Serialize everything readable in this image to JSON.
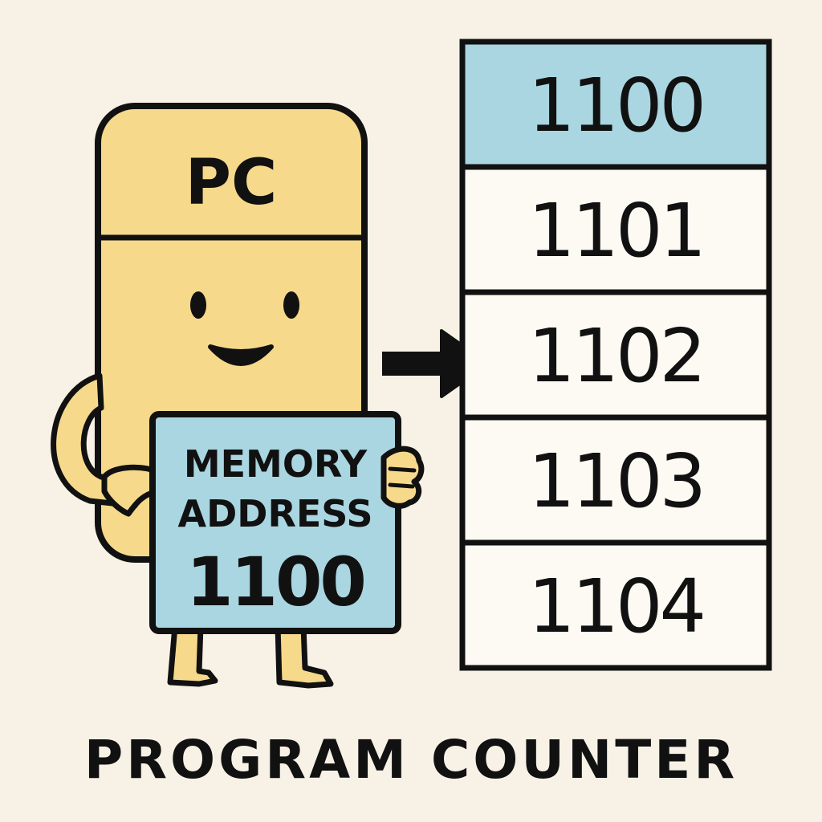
{
  "pc_box": {
    "label": "PC",
    "fill_color": "#f6d98a"
  },
  "sign": {
    "line1": "MEMORY",
    "line2": "ADDRESS",
    "address": "1100",
    "fill_color": "#a9d6e0"
  },
  "memory": {
    "cells": [
      "1100",
      "1101",
      "1102",
      "1103",
      "1104"
    ],
    "highlight_color": "#a9d6e0",
    "cell_color": "#fdfaf3"
  },
  "arrow": {
    "icon": "right-arrow-icon"
  },
  "caption": "PROGRAM COUNTER"
}
